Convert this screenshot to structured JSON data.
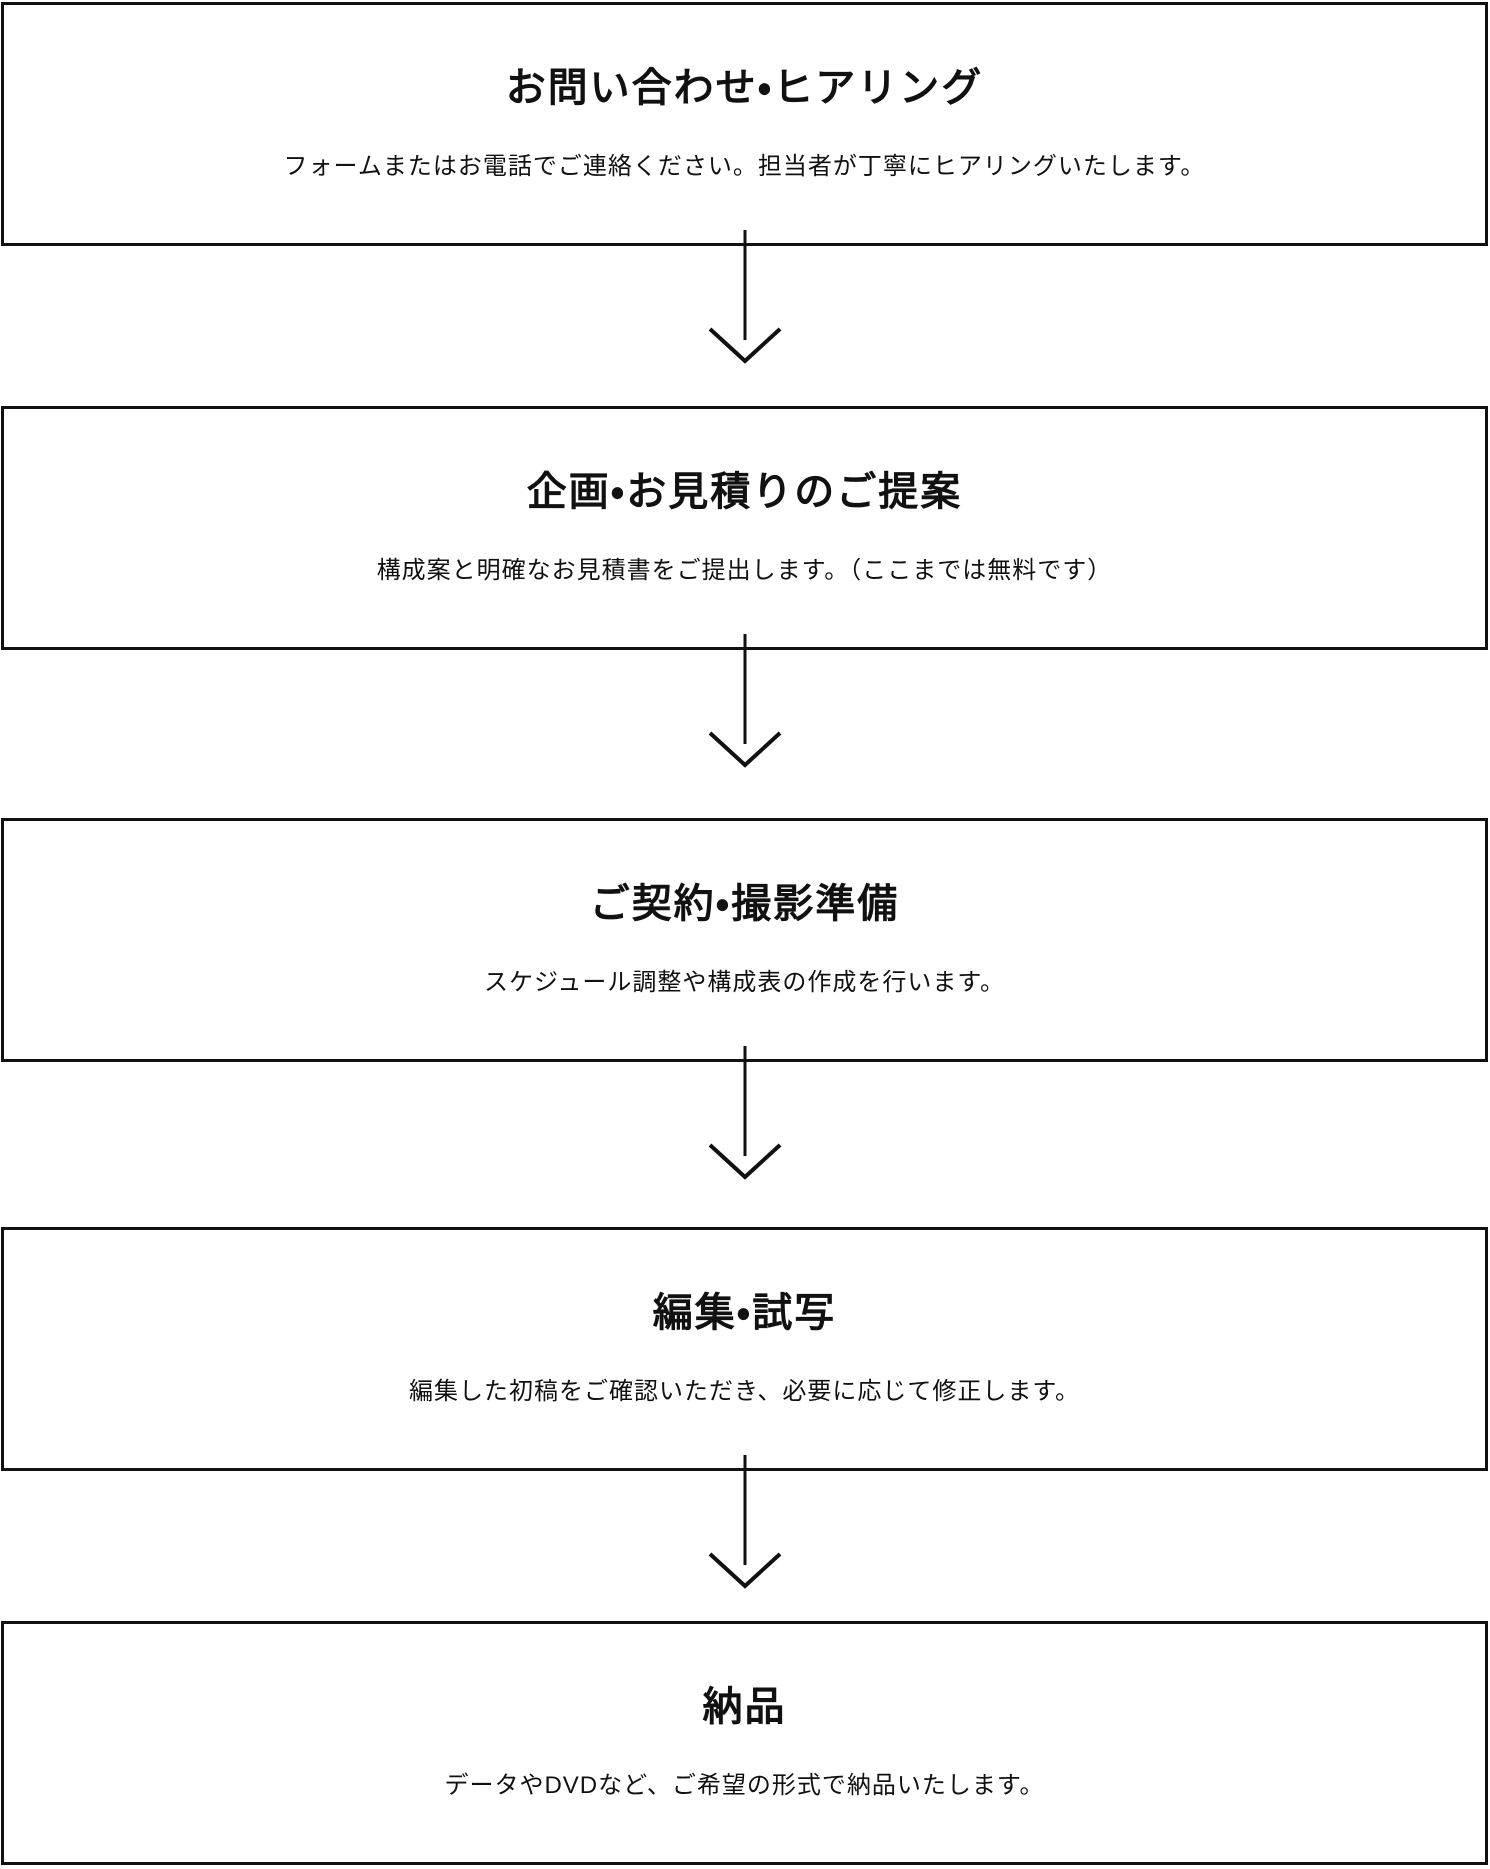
{
  "page": {
    "background_color": "#ffffff"
  },
  "flow": {
    "type": "vertical-process-flowchart",
    "direction": "top-to-bottom",
    "colors": {
      "border": "#111111",
      "text": "#111111",
      "arrow": "#111111",
      "box_background": "#ffffff"
    },
    "steps": [
      {
        "title": "お問い合わせ・ヒアリング",
        "description": "フォームまたはお電話でご連絡ください。担当者が丁寧にヒアリングいたします。"
      },
      {
        "title": "企画・お見積りのご提案",
        "description": "構成案と明確なお見積書をご提出します。（ここまでは無料です）"
      },
      {
        "title": "ご契約・撮影準備",
        "description": "スケジュール調整や構成表の作成を行います。"
      },
      {
        "title": "編集・試写",
        "description": "編集した初稿をご確認いただき、必要に応じて修正します。"
      },
      {
        "title": "納品",
        "description": "データやDVDなど、ご希望の形式で納品いたします。"
      }
    ]
  }
}
